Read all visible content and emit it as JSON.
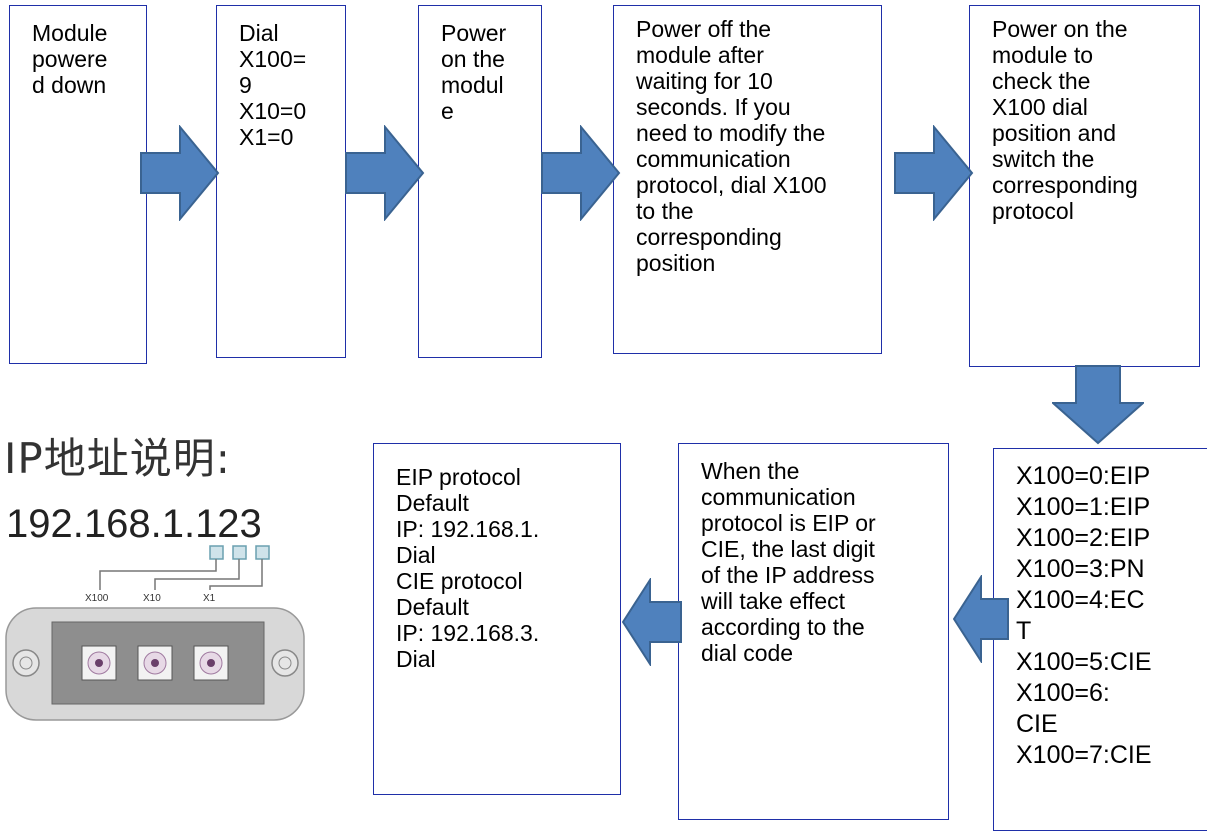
{
  "flow": {
    "step1": {
      "lines": [
        "Module",
        "powere",
        "d down"
      ]
    },
    "step2": {
      "lines": [
        "Dial",
        "X100=",
        "9",
        "X10=0",
        "X1=0"
      ]
    },
    "step3": {
      "lines": [
        "Power",
        "on the",
        "modul",
        "e"
      ]
    },
    "step4": {
      "lines": [
        "Power off the",
        "module after",
        "waiting for 10",
        "seconds. If you",
        "need to modify the",
        "communication",
        "protocol, dial X100",
        "to the",
        "corresponding",
        "position"
      ]
    },
    "step5": {
      "lines": [
        "Power on the",
        "module to",
        "check the",
        "X100 dial",
        "position and",
        "switch the",
        "corresponding",
        "protocol"
      ]
    },
    "protocols": {
      "lines": [
        "X100=0:EIP",
        "X100=1:EIP",
        "X100=2:EIP",
        "X100=3:PN",
        "X100=4:EC",
        "T",
        "X100=5:CIE",
        "X100=6:",
        "CIE",
        "X100=7:CIE"
      ]
    },
    "note": {
      "lines": [
        "When the",
        "communication",
        "protocol is EIP or",
        "CIE, the last digit",
        "of the IP address",
        "will take effect",
        "according to the",
        "dial code"
      ]
    },
    "defaults": {
      "lines": [
        "EIP protocol",
        "Default",
        "IP: 192.168.1.",
        "Dial",
        "CIE protocol",
        "Default",
        "IP: 192.168.3.",
        "Dial"
      ]
    }
  },
  "ip_section": {
    "title": "IP地址说明:",
    "address": "192.168.1.123",
    "dial_labels": [
      "X100",
      "X10",
      "X1"
    ]
  },
  "colors": {
    "arrow_fill": "#4f81bd",
    "arrow_stroke": "#3a6391",
    "box_border": "#1f2fa8"
  }
}
